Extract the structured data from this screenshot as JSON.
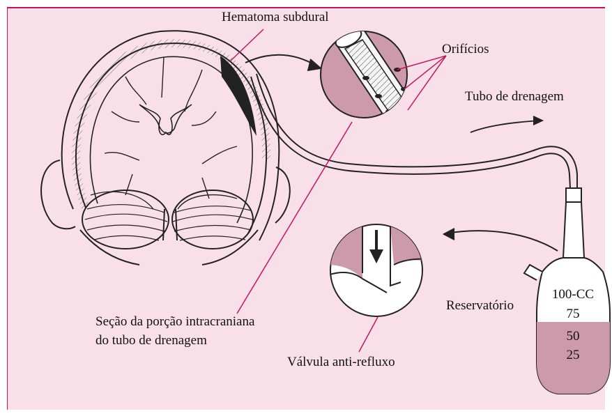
{
  "labels": {
    "hematoma": "Hematoma subdural",
    "orificios": "Orifícios",
    "tubo": "Tubo de drenagem",
    "secao_line1": "Seção da porção intracraniana",
    "secao_line2": "do tubo de drenagem",
    "valvula": "Válvula  anti-refluxo",
    "reservatorio": "Reservatório"
  },
  "reservoir_scale": [
    "100-CC",
    "75",
    "50",
    "25"
  ],
  "colors": {
    "background": "#f9dfe8",
    "border": "#c2185b",
    "leader_line": "#c2185b",
    "fluid": "#cc9aab",
    "ink": "#111111"
  }
}
